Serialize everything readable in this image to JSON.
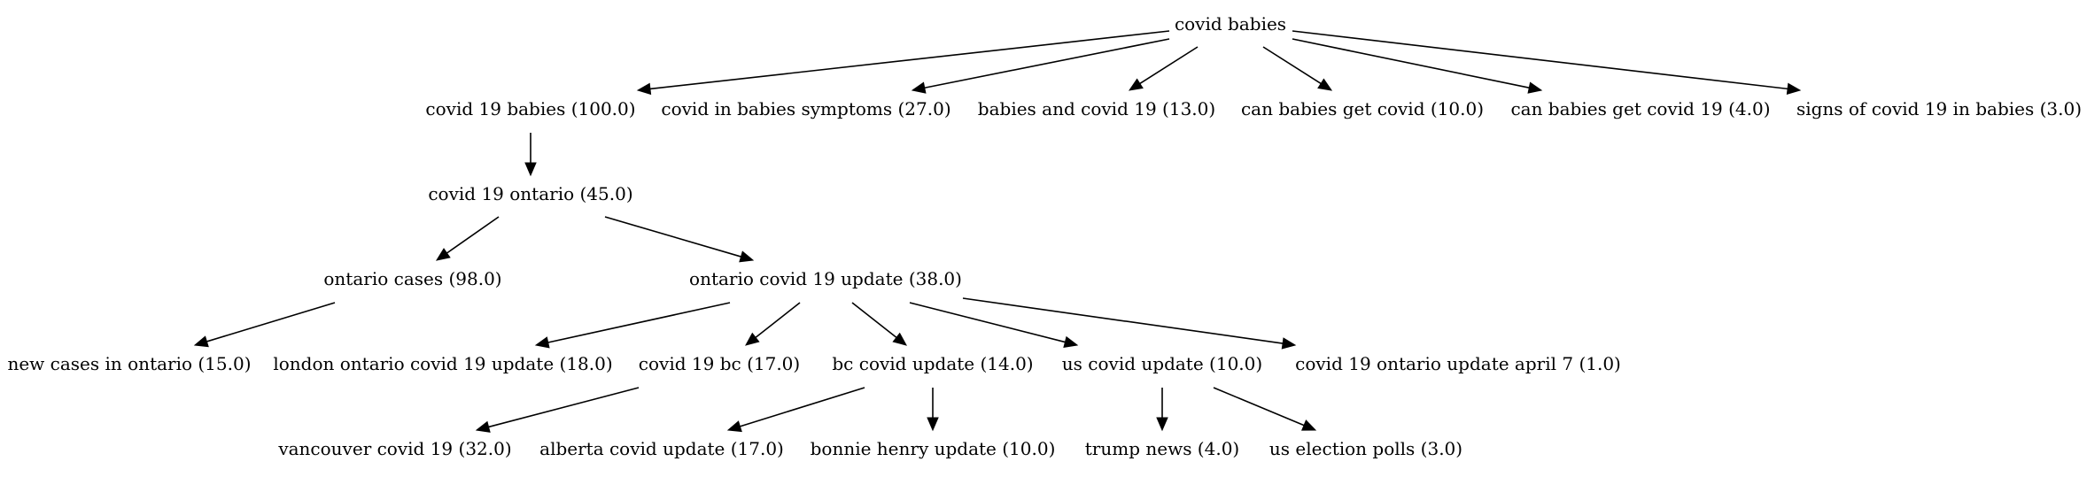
{
  "nodes": [
    {
      "id": "root",
      "label": "covid babies"
    },
    {
      "id": "n1",
      "label": "covid 19 babies (100.0)"
    },
    {
      "id": "n2",
      "label": "covid in babies symptoms (27.0)"
    },
    {
      "id": "n3",
      "label": "babies and covid 19 (13.0)"
    },
    {
      "id": "n4",
      "label": "can babies get covid (10.0)"
    },
    {
      "id": "n5",
      "label": "can babies get covid 19 (4.0)"
    },
    {
      "id": "n6",
      "label": "signs of covid 19 in babies (3.0)"
    },
    {
      "id": "n7",
      "label": "covid 19 ontario (45.0)"
    },
    {
      "id": "n8",
      "label": "ontario cases (98.0)"
    },
    {
      "id": "n9",
      "label": "ontario covid 19 update (38.0)"
    },
    {
      "id": "n10",
      "label": "new cases in ontario (15.0)"
    },
    {
      "id": "n11",
      "label": "london ontario covid 19 update (18.0)"
    },
    {
      "id": "n12",
      "label": "covid 19 bc (17.0)"
    },
    {
      "id": "n13",
      "label": "bc covid update (14.0)"
    },
    {
      "id": "n14",
      "label": "us covid update (10.0)"
    },
    {
      "id": "n15",
      "label": "covid 19 ontario update april 7 (1.0)"
    },
    {
      "id": "n16",
      "label": "vancouver covid 19 (32.0)"
    },
    {
      "id": "n17",
      "label": "alberta covid update (17.0)"
    },
    {
      "id": "n18",
      "label": "bonnie henry update (10.0)"
    },
    {
      "id": "n19",
      "label": "trump news (4.0)"
    },
    {
      "id": "n20",
      "label": "us election polls (3.0)"
    }
  ],
  "edges": [
    [
      "root",
      "n1"
    ],
    [
      "root",
      "n2"
    ],
    [
      "root",
      "n3"
    ],
    [
      "root",
      "n4"
    ],
    [
      "root",
      "n5"
    ],
    [
      "root",
      "n6"
    ],
    [
      "n1",
      "n7"
    ],
    [
      "n7",
      "n8"
    ],
    [
      "n7",
      "n9"
    ],
    [
      "n8",
      "n10"
    ],
    [
      "n9",
      "n11"
    ],
    [
      "n9",
      "n12"
    ],
    [
      "n9",
      "n13"
    ],
    [
      "n9",
      "n14"
    ],
    [
      "n9",
      "n15"
    ],
    [
      "n12",
      "n16"
    ],
    [
      "n13",
      "n17"
    ],
    [
      "n13",
      "n18"
    ],
    [
      "n14",
      "n19"
    ],
    [
      "n14",
      "n20"
    ]
  ]
}
